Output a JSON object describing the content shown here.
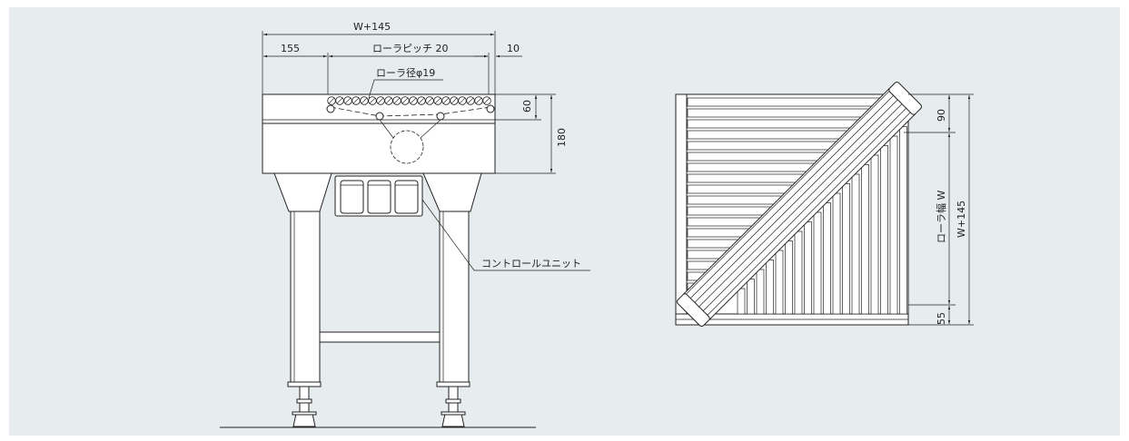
{
  "labels": {
    "overall_width": "W+145",
    "left_offset": "155",
    "roller_pitch": "ローラピッチ 20",
    "right_offset": "10",
    "roller_diameter": "ローラ径φ19",
    "top_height": "60",
    "frame_height": "180",
    "control_unit": "コントロールユニット",
    "top_depth": "90",
    "roller_width": "ローラ幅 W",
    "side_total": "W+145",
    "bottom_depth": "55"
  }
}
